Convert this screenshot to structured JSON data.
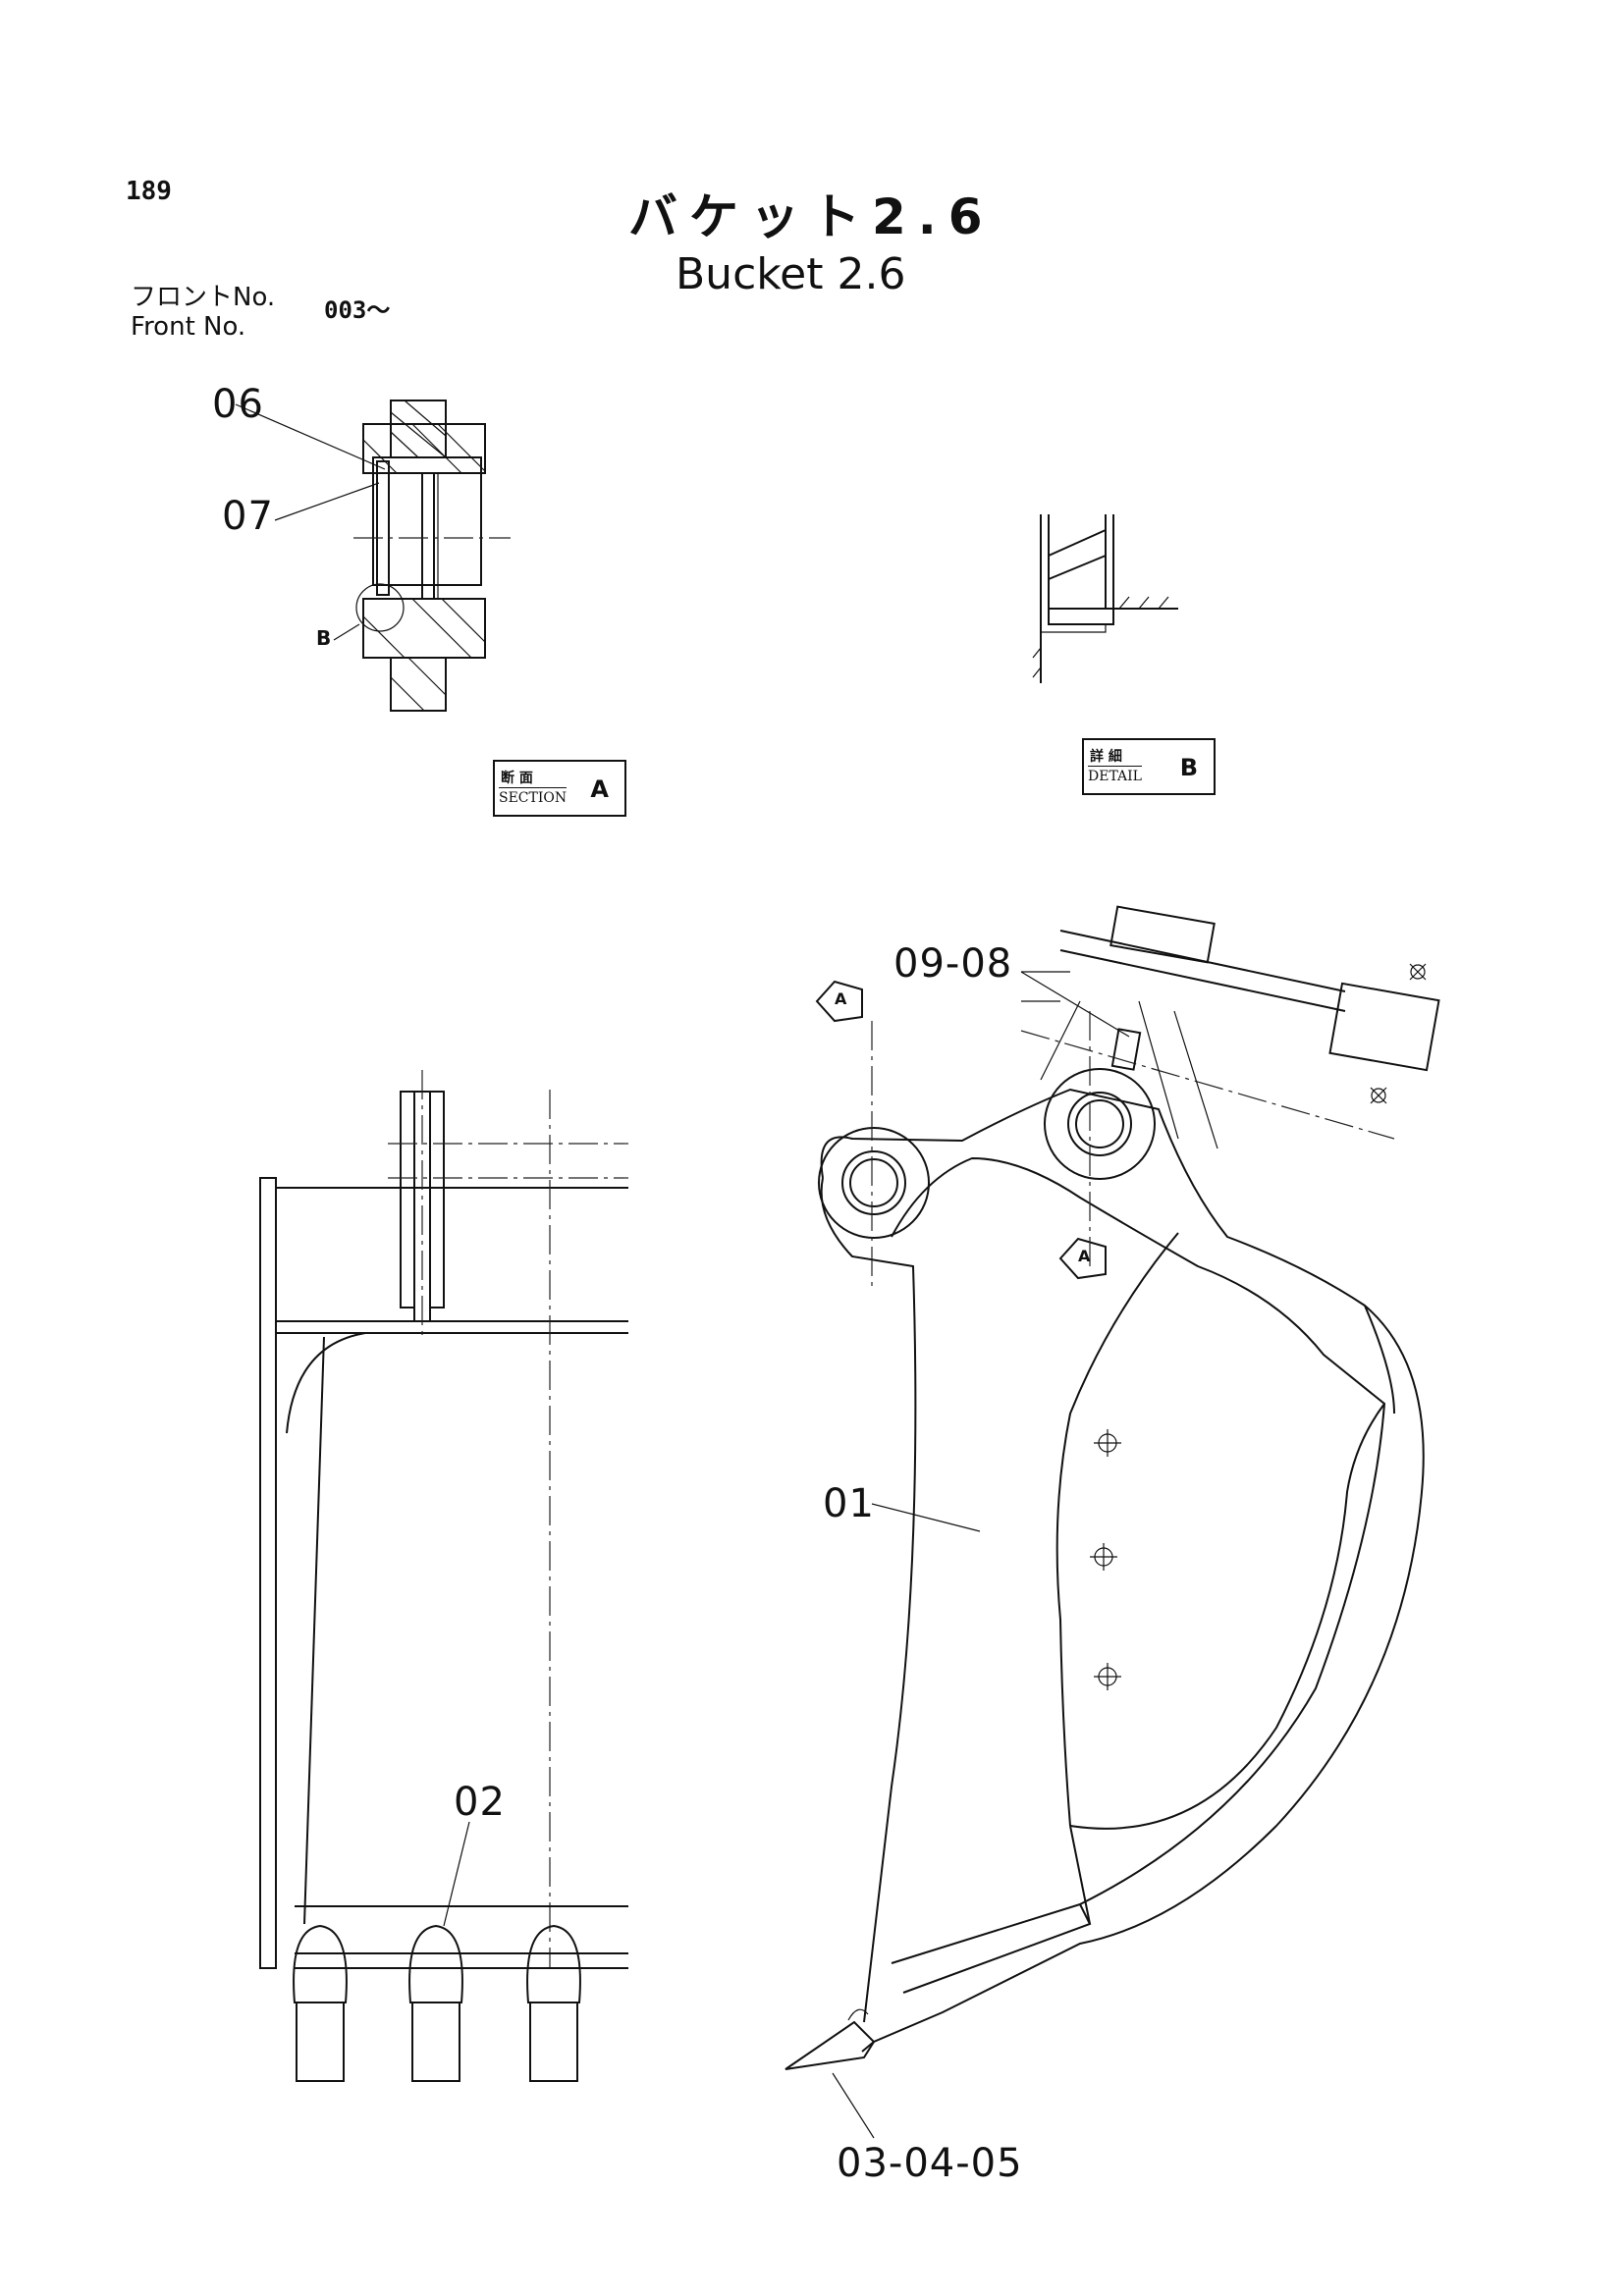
{
  "page_number": "189",
  "title_ja": "バケット2.6",
  "title_en": "Bucket 2.6",
  "front_label_ja": "フロントNo.",
  "front_label_en": "Front No.",
  "front_number": "003～",
  "section_box": {
    "top": "断 面",
    "bottom": "SECTION",
    "letter": "A"
  },
  "detail_box": {
    "top": "詳 細",
    "bottom": "DETAIL",
    "letter": "B"
  },
  "callouts": {
    "p06": "06",
    "p07": "07",
    "pB": "B",
    "p09_08": "09-08",
    "p01": "01",
    "p02": "02",
    "p03_04_05": "03-04-05",
    "arrowA1": "A",
    "arrowA2": "A"
  }
}
